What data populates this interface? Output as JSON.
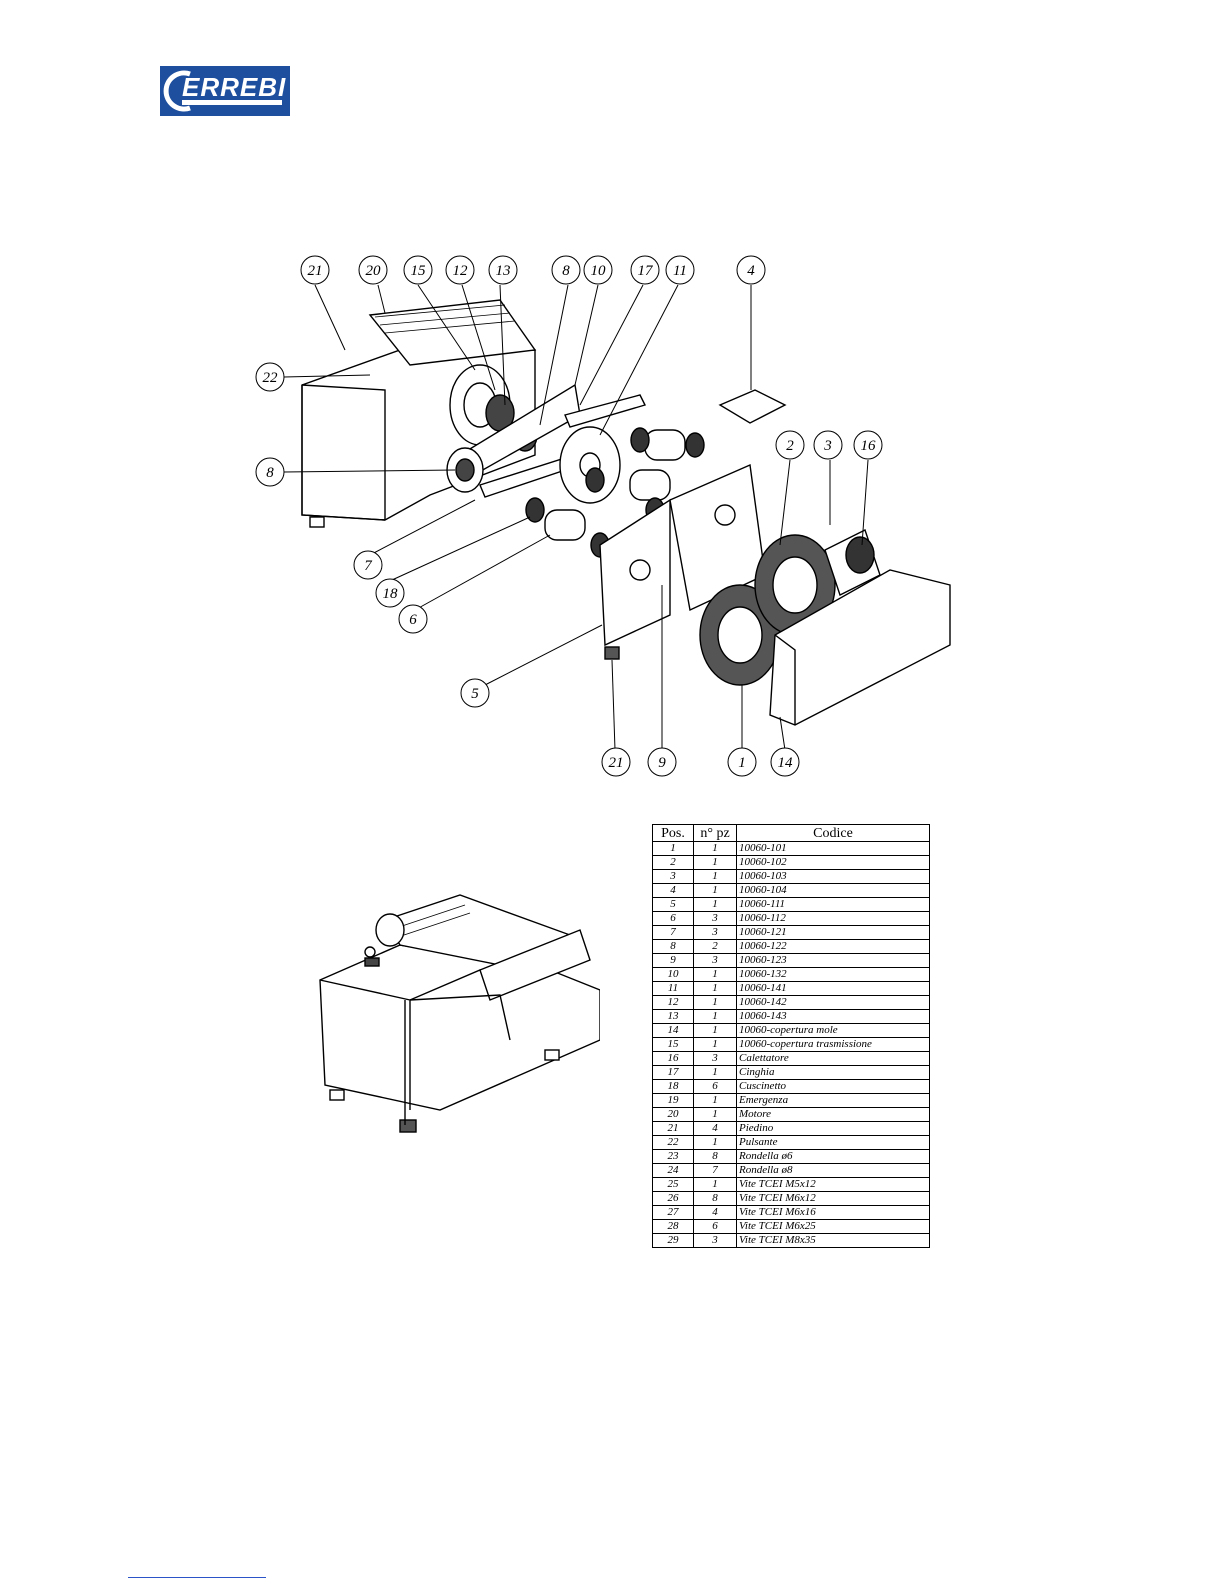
{
  "logo": {
    "text": "ERREBI"
  },
  "callouts": [
    "21",
    "20",
    "15",
    "12",
    "13",
    "8",
    "10",
    "17",
    "11",
    "4",
    "22",
    "8",
    "7",
    "18",
    "6",
    "5",
    "2",
    "3",
    "16",
    "21",
    "9",
    "1",
    "14"
  ],
  "table": {
    "headers": {
      "pos": "Pos.",
      "qty": "n° pz",
      "code": "Codice"
    },
    "rows": [
      [
        "1",
        "1",
        "10060-101"
      ],
      [
        "2",
        "1",
        "10060-102"
      ],
      [
        "3",
        "1",
        "10060-103"
      ],
      [
        "4",
        "1",
        "10060-104"
      ],
      [
        "5",
        "1",
        "10060-111"
      ],
      [
        "6",
        "3",
        "10060-112"
      ],
      [
        "7",
        "3",
        "10060-121"
      ],
      [
        "8",
        "2",
        "10060-122"
      ],
      [
        "9",
        "3",
        "10060-123"
      ],
      [
        "10",
        "1",
        "10060-132"
      ],
      [
        "11",
        "1",
        "10060-141"
      ],
      [
        "12",
        "1",
        "10060-142"
      ],
      [
        "13",
        "1",
        "10060-143"
      ],
      [
        "14",
        "1",
        "10060-copertura mole"
      ],
      [
        "15",
        "1",
        "10060-copertura trasmissione"
      ],
      [
        "16",
        "3",
        "Calettatore"
      ],
      [
        "17",
        "1",
        "Cinghia"
      ],
      [
        "18",
        "6",
        "Cuscinetto"
      ],
      [
        "19",
        "1",
        "Emergenza"
      ],
      [
        "20",
        "1",
        "Motore"
      ],
      [
        "21",
        "4",
        "Piedino"
      ],
      [
        "22",
        "1",
        "Pulsante"
      ],
      [
        "23",
        "8",
        "Rondella ø6"
      ],
      [
        "24",
        "7",
        "Rondella ø8"
      ],
      [
        "25",
        "1",
        "Vite TCEI M5x12"
      ],
      [
        "26",
        "8",
        "Vite TCEI M6x12"
      ],
      [
        "27",
        "4",
        "Vite TCEI M6x16"
      ],
      [
        "28",
        "6",
        "Vite TCEI M6x25"
      ],
      [
        "29",
        "3",
        "Vite TCEI M8x35"
      ]
    ]
  }
}
